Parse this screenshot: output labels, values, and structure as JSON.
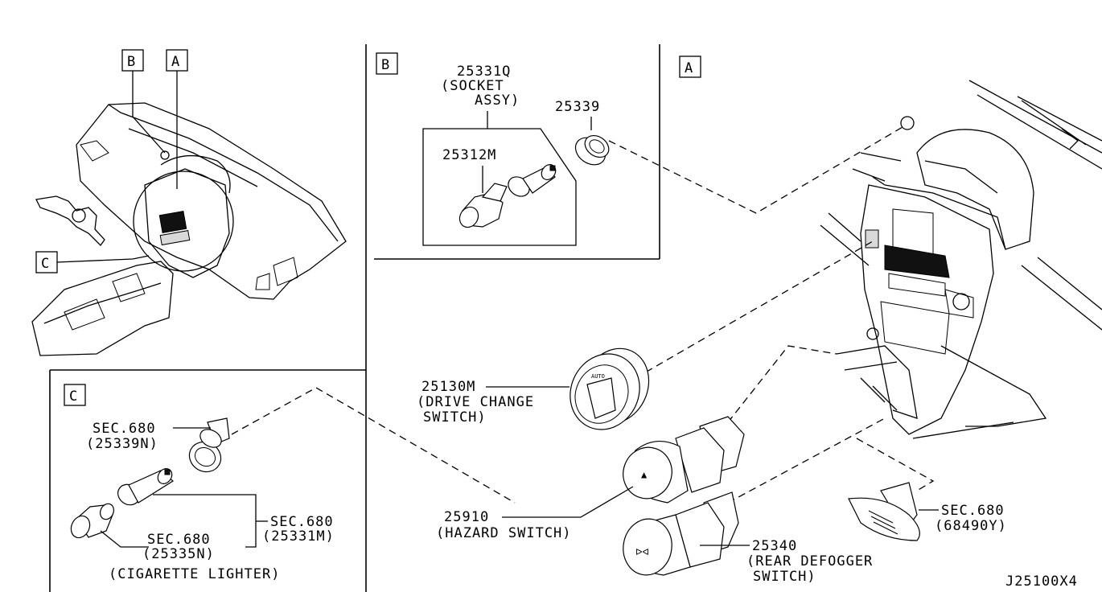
{
  "diagram": {
    "code": "J25100X4",
    "view_labels": {
      "A": "A",
      "B": "B",
      "C": "C"
    },
    "panel_b": {
      "socket_assy_number": "25331Q",
      "socket_assy_line1": "(SOCKET",
      "socket_assy_line2": "ASSY)",
      "part_25339": "25339",
      "part_25312m": "25312M"
    },
    "panel_a": {
      "drive_change_number": "25130M",
      "drive_change_line1": "(DRIVE CHANGE",
      "drive_change_line2": "SWITCH)",
      "hazard_number": "25910",
      "hazard_name": "(HAZARD SWITCH)",
      "rear_defogger_number": "25340",
      "rear_defogger_line1": "(REAR DEFOGGER",
      "rear_defogger_line2": "SWITCH)",
      "sec_68490y_ref": "SEC.680",
      "sec_68490y_part": "(68490Y)"
    },
    "panel_c": {
      "sec_25339n_ref": "SEC.680",
      "sec_25339n_part": "(25339N)",
      "sec_25331m_ref": "SEC.680",
      "sec_25331m_part": "(25331M)",
      "sec_25335n_ref": "SEC.680",
      "sec_25335n_part": "(25335N)",
      "caption": "(CIGARETTE LIGHTER)"
    },
    "switch_glyphs": {
      "auto": "AUTO",
      "triangle": "▲",
      "defog": "ᐅᐊ"
    }
  }
}
